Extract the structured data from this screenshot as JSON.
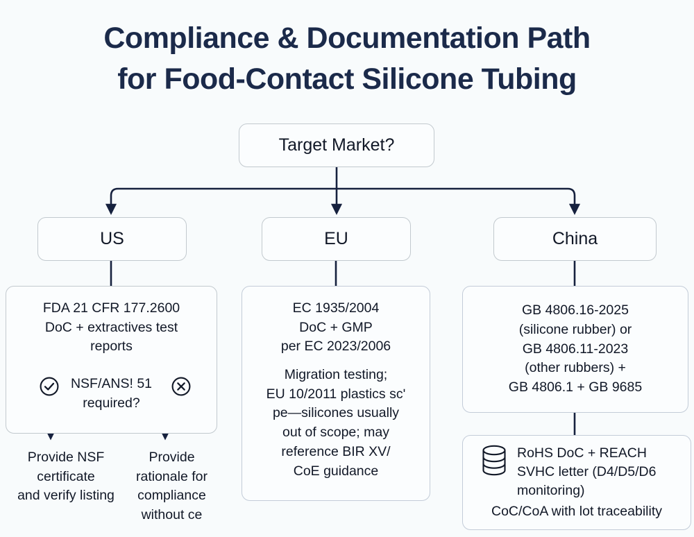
{
  "title": {
    "line1": "Compliance & Documentation Path",
    "line2": "for Food-Contact Silicone Tubing",
    "color": "#1b2a4a"
  },
  "colors": {
    "background": "#f8fbfc",
    "node_fill": "#fbfdfe",
    "node_border": "#c2c9ce",
    "connector": "#16213e",
    "text": "#111827"
  },
  "root": {
    "label": "Target Market?"
  },
  "branches": [
    {
      "key": "us",
      "label": "US"
    },
    {
      "key": "eu",
      "label": "EU"
    },
    {
      "key": "china",
      "label": "China"
    }
  ],
  "us": {
    "requirement": "FDA 21 CFR 177.2600\nDoC + extractives test\nreports",
    "decision": "NSF/ANS! 51\nrequired?",
    "yes_icon": "check-circle-icon",
    "no_icon": "x-circle-icon",
    "yes_outcome": "Provide NSF\ncertificate\nand verify listing",
    "no_outcome": "Provide\nrationale for\ncompliance\nwithout ce"
  },
  "eu": {
    "requirement": "EC 1935/2004\nDoC + GMP\nper EC 2023/2006",
    "notes": "Migration testing;\nEU 10/2011 plastics scʹ\npe—silicones usually\nout of scope; may\nreference BIR XV/\nCoE guidance"
  },
  "china": {
    "standards": "GB 4806.16-2025\n(silicone rubber) or\nGB 4806.11-2023\n(other rubbers) +\nGB 4806.1 + GB  9685",
    "doc_icon": "database-icon",
    "documents": "RoHS DoC + REACH\nSVHC letter (D4/D5/D6\nmonitoring)",
    "traceability": "CoC/CoA with lot traceability"
  }
}
